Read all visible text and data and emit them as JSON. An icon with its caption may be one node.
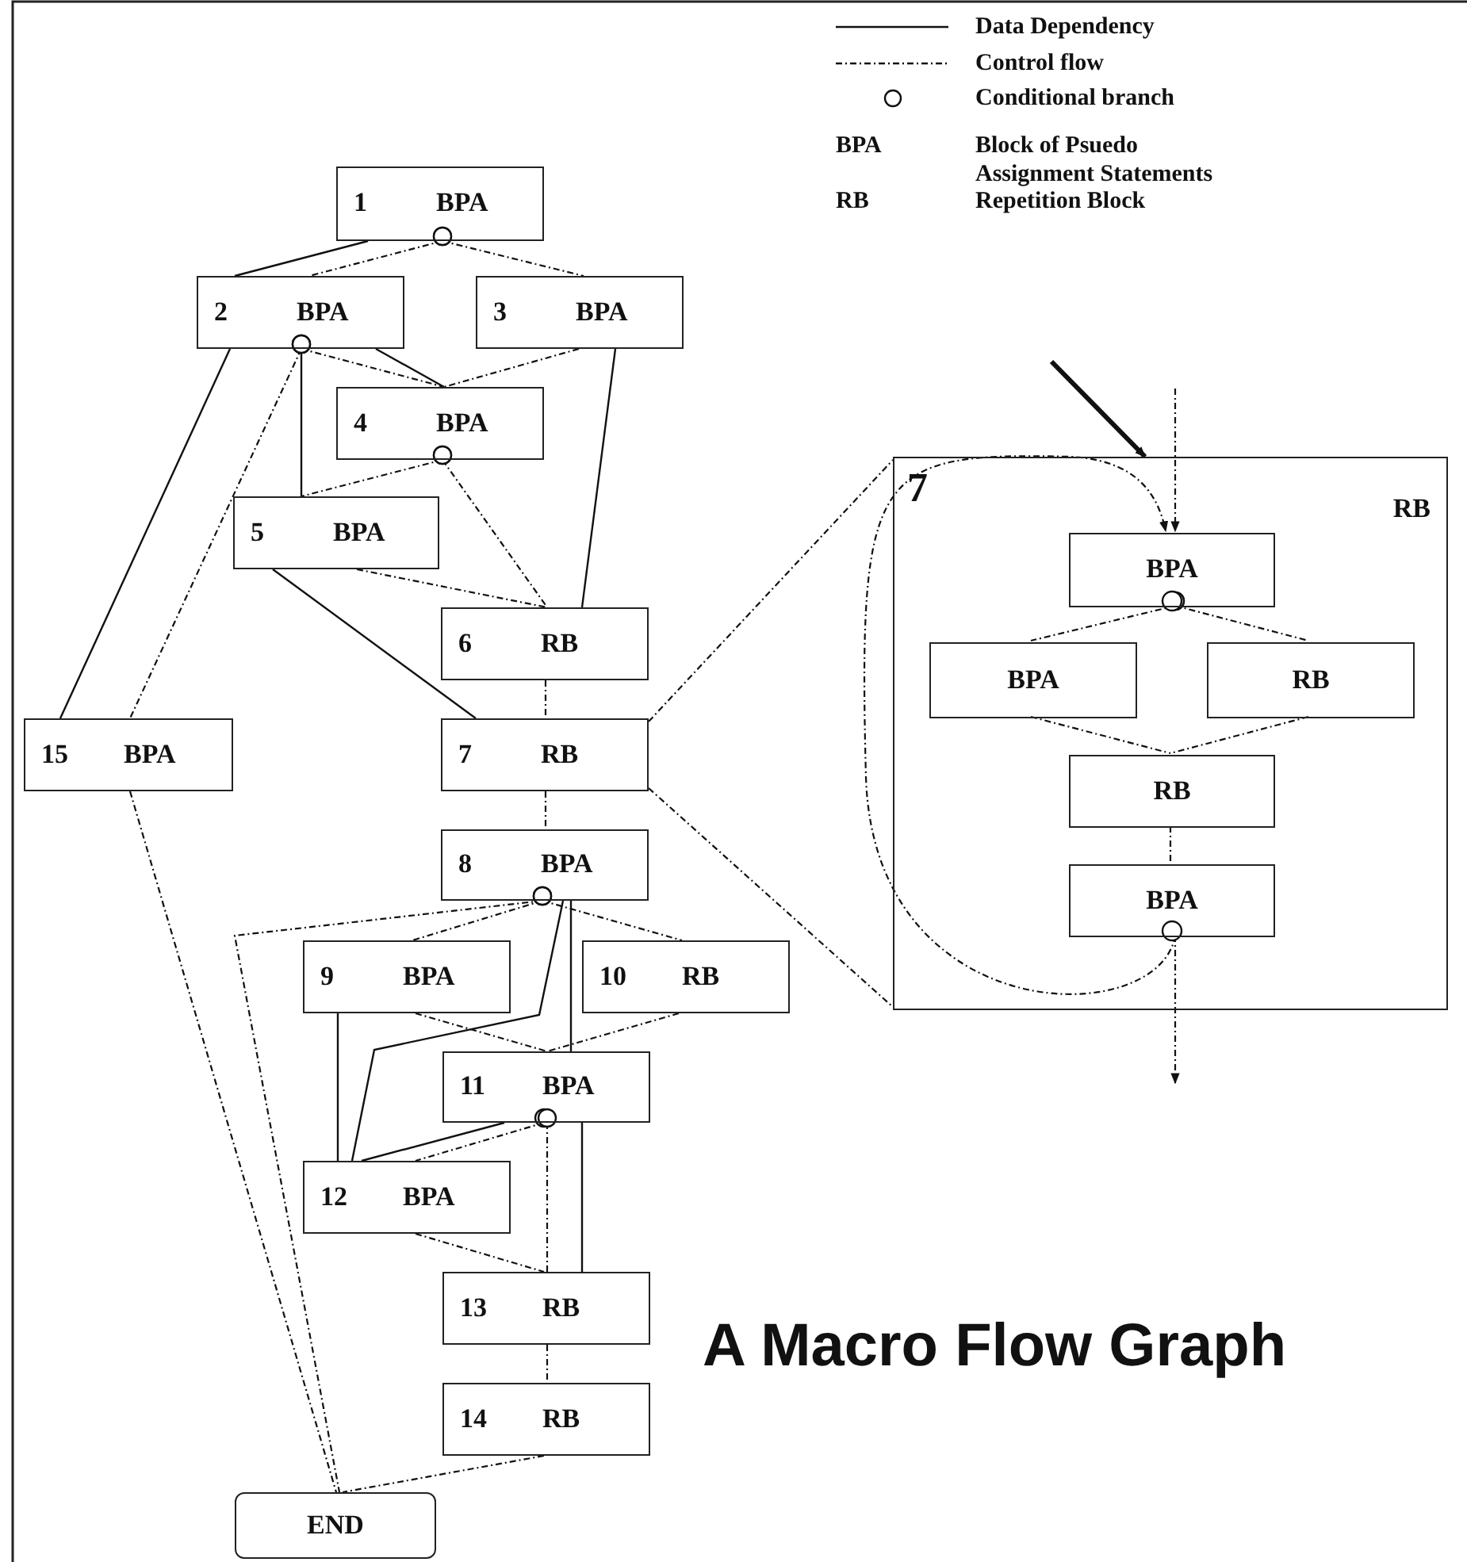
{
  "diagram": {
    "title": "A Macro Flow Graph",
    "nodes": [
      {
        "text": [
          "1",
          "BPA"
        ]
      },
      {
        "text": [
          "2",
          "BPA"
        ]
      },
      {
        "text": [
          "3",
          "BPA"
        ]
      },
      {
        "text": [
          "4",
          "BPA"
        ]
      },
      {
        "text": [
          "5",
          "BPA"
        ]
      },
      {
        "text": [
          "6",
          "RB"
        ]
      },
      {
        "text": [
          "7",
          "RB"
        ]
      },
      {
        "text": [
          "15",
          "BPA"
        ]
      },
      {
        "text": [
          "8",
          "BPA"
        ]
      },
      {
        "text": [
          "9",
          "BPA"
        ]
      },
      {
        "text": [
          "10",
          "RB"
        ]
      },
      {
        "text": [
          "11",
          "BPA"
        ]
      },
      {
        "text": [
          "12",
          "BPA"
        ]
      },
      {
        "text": [
          "13",
          "RB"
        ]
      },
      {
        "text": [
          "14",
          "RB"
        ]
      },
      {
        "text": [
          "END"
        ]
      },
      {
        "text": [
          "7",
          "RB"
        ]
      },
      {
        "text": [
          "BPA"
        ],
        "in": 16
      },
      {
        "text": [
          "BPA"
        ],
        "in": 16
      },
      {
        "text": [
          "RB"
        ],
        "in": 16
      },
      {
        "text": [
          "RB"
        ],
        "in": 16
      },
      {
        "text": [
          "BPA"
        ],
        "in": 16
      }
    ],
    "edges": [
      {
        "from": 0,
        "to": 1,
        "arrow": "none"
      },
      {
        "from": 0,
        "to": 1,
        "arrow": "other",
        "style": "dashed"
      },
      {
        "from": 0,
        "to": 2,
        "arrow": "other",
        "style": "dashed"
      },
      {
        "from": 1,
        "to": 3,
        "arrow": "none"
      },
      {
        "from": 1,
        "to": 3,
        "arrow": "other",
        "style": "dashed"
      },
      {
        "from": 2,
        "to": 3,
        "arrow": "none",
        "style": "dashed"
      },
      {
        "from": 1,
        "to": 4,
        "arrow": "other"
      },
      {
        "from": 3,
        "to": 4,
        "arrow": "other",
        "style": "dashed"
      },
      {
        "from": 3,
        "to": 5,
        "arrow": "other",
        "style": "dashed"
      },
      {
        "from": 2,
        "to": 5,
        "arrow": "none"
      },
      {
        "from": 4,
        "to": 5,
        "arrow": "none",
        "style": "dashed"
      },
      {
        "from": 4,
        "to": 6,
        "arrow": "none"
      },
      {
        "from": 1,
        "to": 7,
        "arrow": "none"
      },
      {
        "from": 1,
        "to": 7,
        "arrow": "other",
        "style": "dashed"
      },
      {
        "from": 5,
        "to": 6,
        "arrow": "none",
        "style": "dashed"
      },
      {
        "from": 6,
        "to": 8,
        "arrow": "none",
        "style": "dashed"
      },
      {
        "from": 7,
        "to": 15,
        "arrow": "none",
        "style": "dashed"
      },
      {
        "from": 8,
        "to": 15,
        "arrow": "other",
        "style": "dashed"
      },
      {
        "from": 8,
        "to": 9,
        "arrow": "other",
        "style": "dashed"
      },
      {
        "from": 8,
        "to": 10,
        "arrow": "other",
        "style": "dashed"
      },
      {
        "from": 8,
        "to": 11,
        "arrow": "none"
      },
      {
        "from": 8,
        "to": 12,
        "arrow": "none"
      },
      {
        "from": 9,
        "to": 12,
        "arrow": "none"
      },
      {
        "from": 9,
        "to": 11,
        "arrow": "none",
        "style": "dashed"
      },
      {
        "from": 10,
        "to": 11,
        "arrow": "none",
        "style": "dashed"
      },
      {
        "from": 11,
        "to": 12,
        "arrow": "none"
      },
      {
        "from": 11,
        "to": 12,
        "arrow": "other",
        "style": "dashed"
      },
      {
        "from": 11,
        "to": 13,
        "arrow": "other",
        "style": "dashed"
      },
      {
        "from": 11,
        "to": 13,
        "arrow": "none"
      },
      {
        "from": 12,
        "to": 13,
        "arrow": "none",
        "style": "dashed"
      },
      {
        "from": 13,
        "to": 14,
        "arrow": "none",
        "style": "dashed"
      },
      {
        "from": 14,
        "to": 15,
        "arrow": "none",
        "style": "dashed"
      },
      {
        "from": 6,
        "to": 16,
        "arrow": "none",
        "style": "dashed"
      },
      {
        "from": 6,
        "to": 16,
        "arrow": "none",
        "style": "dashed"
      },
      {
        "from": null,
        "to": 16,
        "arrow": "to",
        "style": "thick"
      },
      {
        "from": null,
        "to": 17,
        "arrow": "to",
        "style": "dashed"
      },
      {
        "from": 17,
        "to": 18,
        "arrow": "other",
        "style": "dashed"
      },
      {
        "from": 17,
        "to": 19,
        "arrow": "other",
        "style": "dashed"
      },
      {
        "from": 18,
        "to": 20,
        "arrow": "none",
        "style": "dashed"
      },
      {
        "from": 19,
        "to": 20,
        "arrow": "none",
        "style": "dashed"
      },
      {
        "from": 20,
        "to": 21,
        "arrow": "none",
        "style": "dashed"
      },
      {
        "from": 21,
        "to": null,
        "arrow": "to",
        "style": "dashed"
      },
      {
        "from": 21,
        "to": 17,
        "arrow": "to",
        "style": "dashed"
      }
    ],
    "labels": [
      "BPA",
      "Block of Psuedo Assignment Statements",
      "RB",
      "Repetition Block"
    ],
    "legend": [
      {
        "text": "Data Dependency"
      },
      {
        "text": "Control flow"
      },
      {
        "text": "Conditional branch"
      }
    ]
  }
}
